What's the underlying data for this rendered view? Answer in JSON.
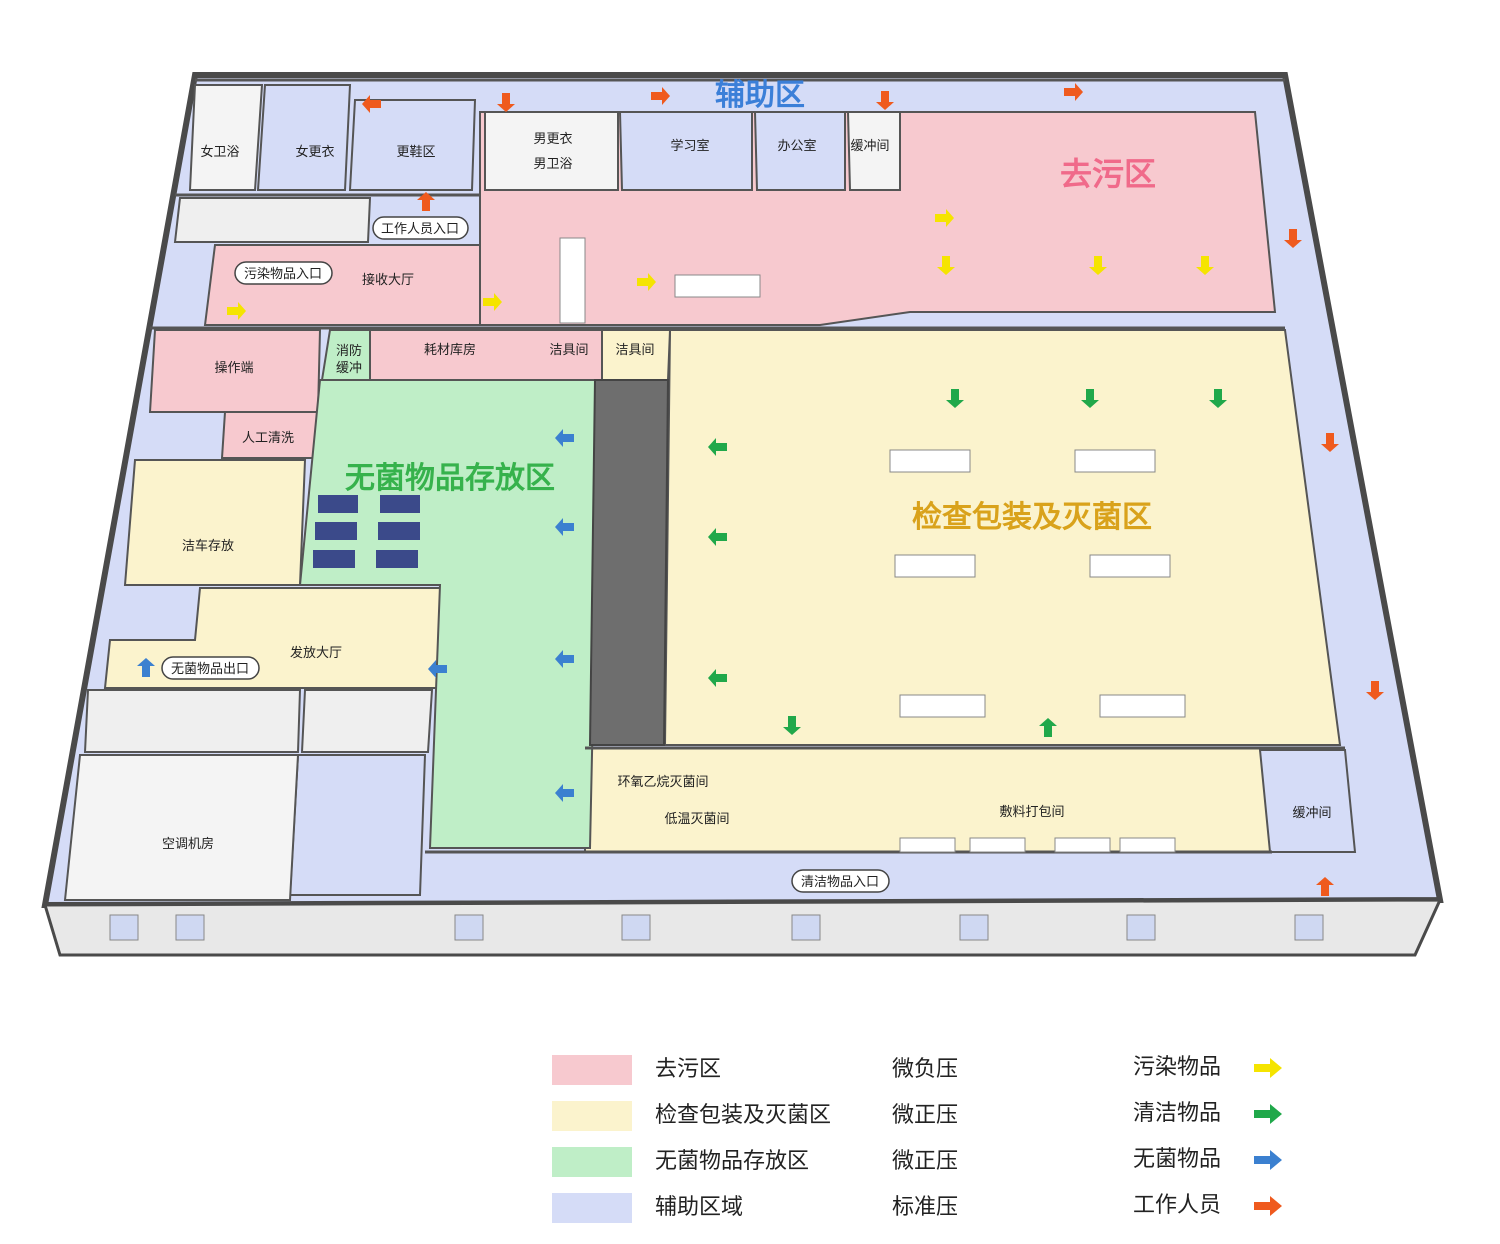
{
  "colors": {
    "pink": "#f7c9cf",
    "yellow": "#fbf3cd",
    "green": "#bfeec7",
    "blue": "#d5dcf7",
    "wall": "#f3f3f3",
    "wall_edge": "#4a4a4a",
    "arrow_yellow": "#f5e400",
    "arrow_green": "#20a84a",
    "arrow_blue": "#3b80d0",
    "arrow_orange": "#ef5a1e"
  },
  "zones": {
    "auxiliary": "辅助区",
    "decontamination": "去污区",
    "sterile_storage": "无菌物品存放区",
    "inspection_packing": "检查包装及灭菌区"
  },
  "rooms": {
    "women_bath": "女卫浴",
    "women_change": "女更衣",
    "shoe_change": "更鞋区",
    "men_change": "男更衣",
    "men_bath": "男卫浴",
    "study": "学习室",
    "office": "办公室",
    "buffer_top": "缓冲间",
    "receiving_hall": "接收大厅",
    "operation_end": "操作端",
    "fire_buffer_1": "消防",
    "fire_buffer_2": "缓冲",
    "consumables": "耗材库房",
    "cleaning_tools_1": "洁具间",
    "cleaning_tools_2": "洁具间",
    "manual_cleaning": "人工清洗",
    "cart_storage": "洁车存放",
    "distribution_hall": "发放大厅",
    "ac_room": "空调机房",
    "eo_sterilization": "环氧乙烷灭菌间",
    "low_temp_sterilization": "低温灭菌间",
    "dressing_packing": "敷料打包间",
    "buffer_bottom": "缓冲间"
  },
  "entrances": {
    "staff": "工作人员入口",
    "contaminated": "污染物品入口",
    "sterile_exit": "无菌物品出口",
    "clean": "清洁物品入口"
  },
  "legend": {
    "zones": [
      {
        "name": "去污区",
        "pressure": "微负压",
        "color": "#f7c9cf"
      },
      {
        "name": "检查包装及灭菌区",
        "pressure": "微正压",
        "color": "#fbf3cd"
      },
      {
        "name": "无菌物品存放区",
        "pressure": "微正压",
        "color": "#bfeec7"
      },
      {
        "name": "辅助区域",
        "pressure": "标准压",
        "color": "#d5dcf7"
      }
    ],
    "flows": [
      {
        "name": "污染物品",
        "color": "#f5e400"
      },
      {
        "name": "清洁物品",
        "color": "#20a84a"
      },
      {
        "name": "无菌物品",
        "color": "#3b80d0"
      },
      {
        "name": "工作人员",
        "color": "#ef5a1e"
      }
    ]
  }
}
